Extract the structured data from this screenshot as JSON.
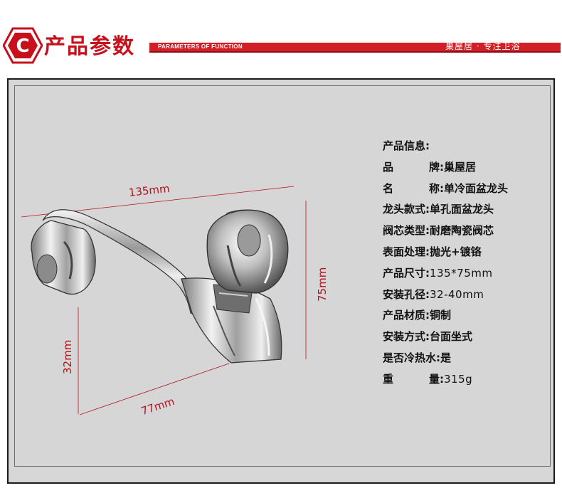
{
  "header": {
    "icon": "hexagon-c-icon",
    "logo_letter": "C",
    "title": "产品参数",
    "subtitle": "PARAMETERS OF FUNCTION",
    "slogan": "巢屋居 · 专注卫浴",
    "accent_color": "#d41e27"
  },
  "dimensions": {
    "length": "135mm",
    "height": "75mm",
    "base_height": "32mm",
    "reach": "77mm"
  },
  "specs": {
    "heading": "产品信息:",
    "rows": [
      {
        "label": "品牌",
        "sep": ":",
        "value": "巢屋居"
      },
      {
        "label": "名称",
        "sep": ":",
        "value": "单冷面盆龙头"
      },
      {
        "label": "龙头款式",
        "sep": ":",
        "value": "单孔面盆龙头"
      },
      {
        "label": "阀芯类型",
        "sep": ":",
        "value": "耐磨陶瓷阀芯"
      },
      {
        "label": "表面处理",
        "sep": ":",
        "value": "抛光+镀铬"
      },
      {
        "label": "产品尺寸",
        "sep": ":",
        "value": "135*75mm"
      },
      {
        "label": "安装孔径",
        "sep": ":",
        "value": "32-40mm"
      },
      {
        "label": "产品材质",
        "sep": ":",
        "value": "铜制"
      },
      {
        "label": "安装方式",
        "sep": ":",
        "value": "台面坐式"
      },
      {
        "label": "是否冷热水",
        "sep": ":",
        "value": "是"
      },
      {
        "label": "重量",
        "sep": ":",
        "value": "315g"
      }
    ]
  }
}
